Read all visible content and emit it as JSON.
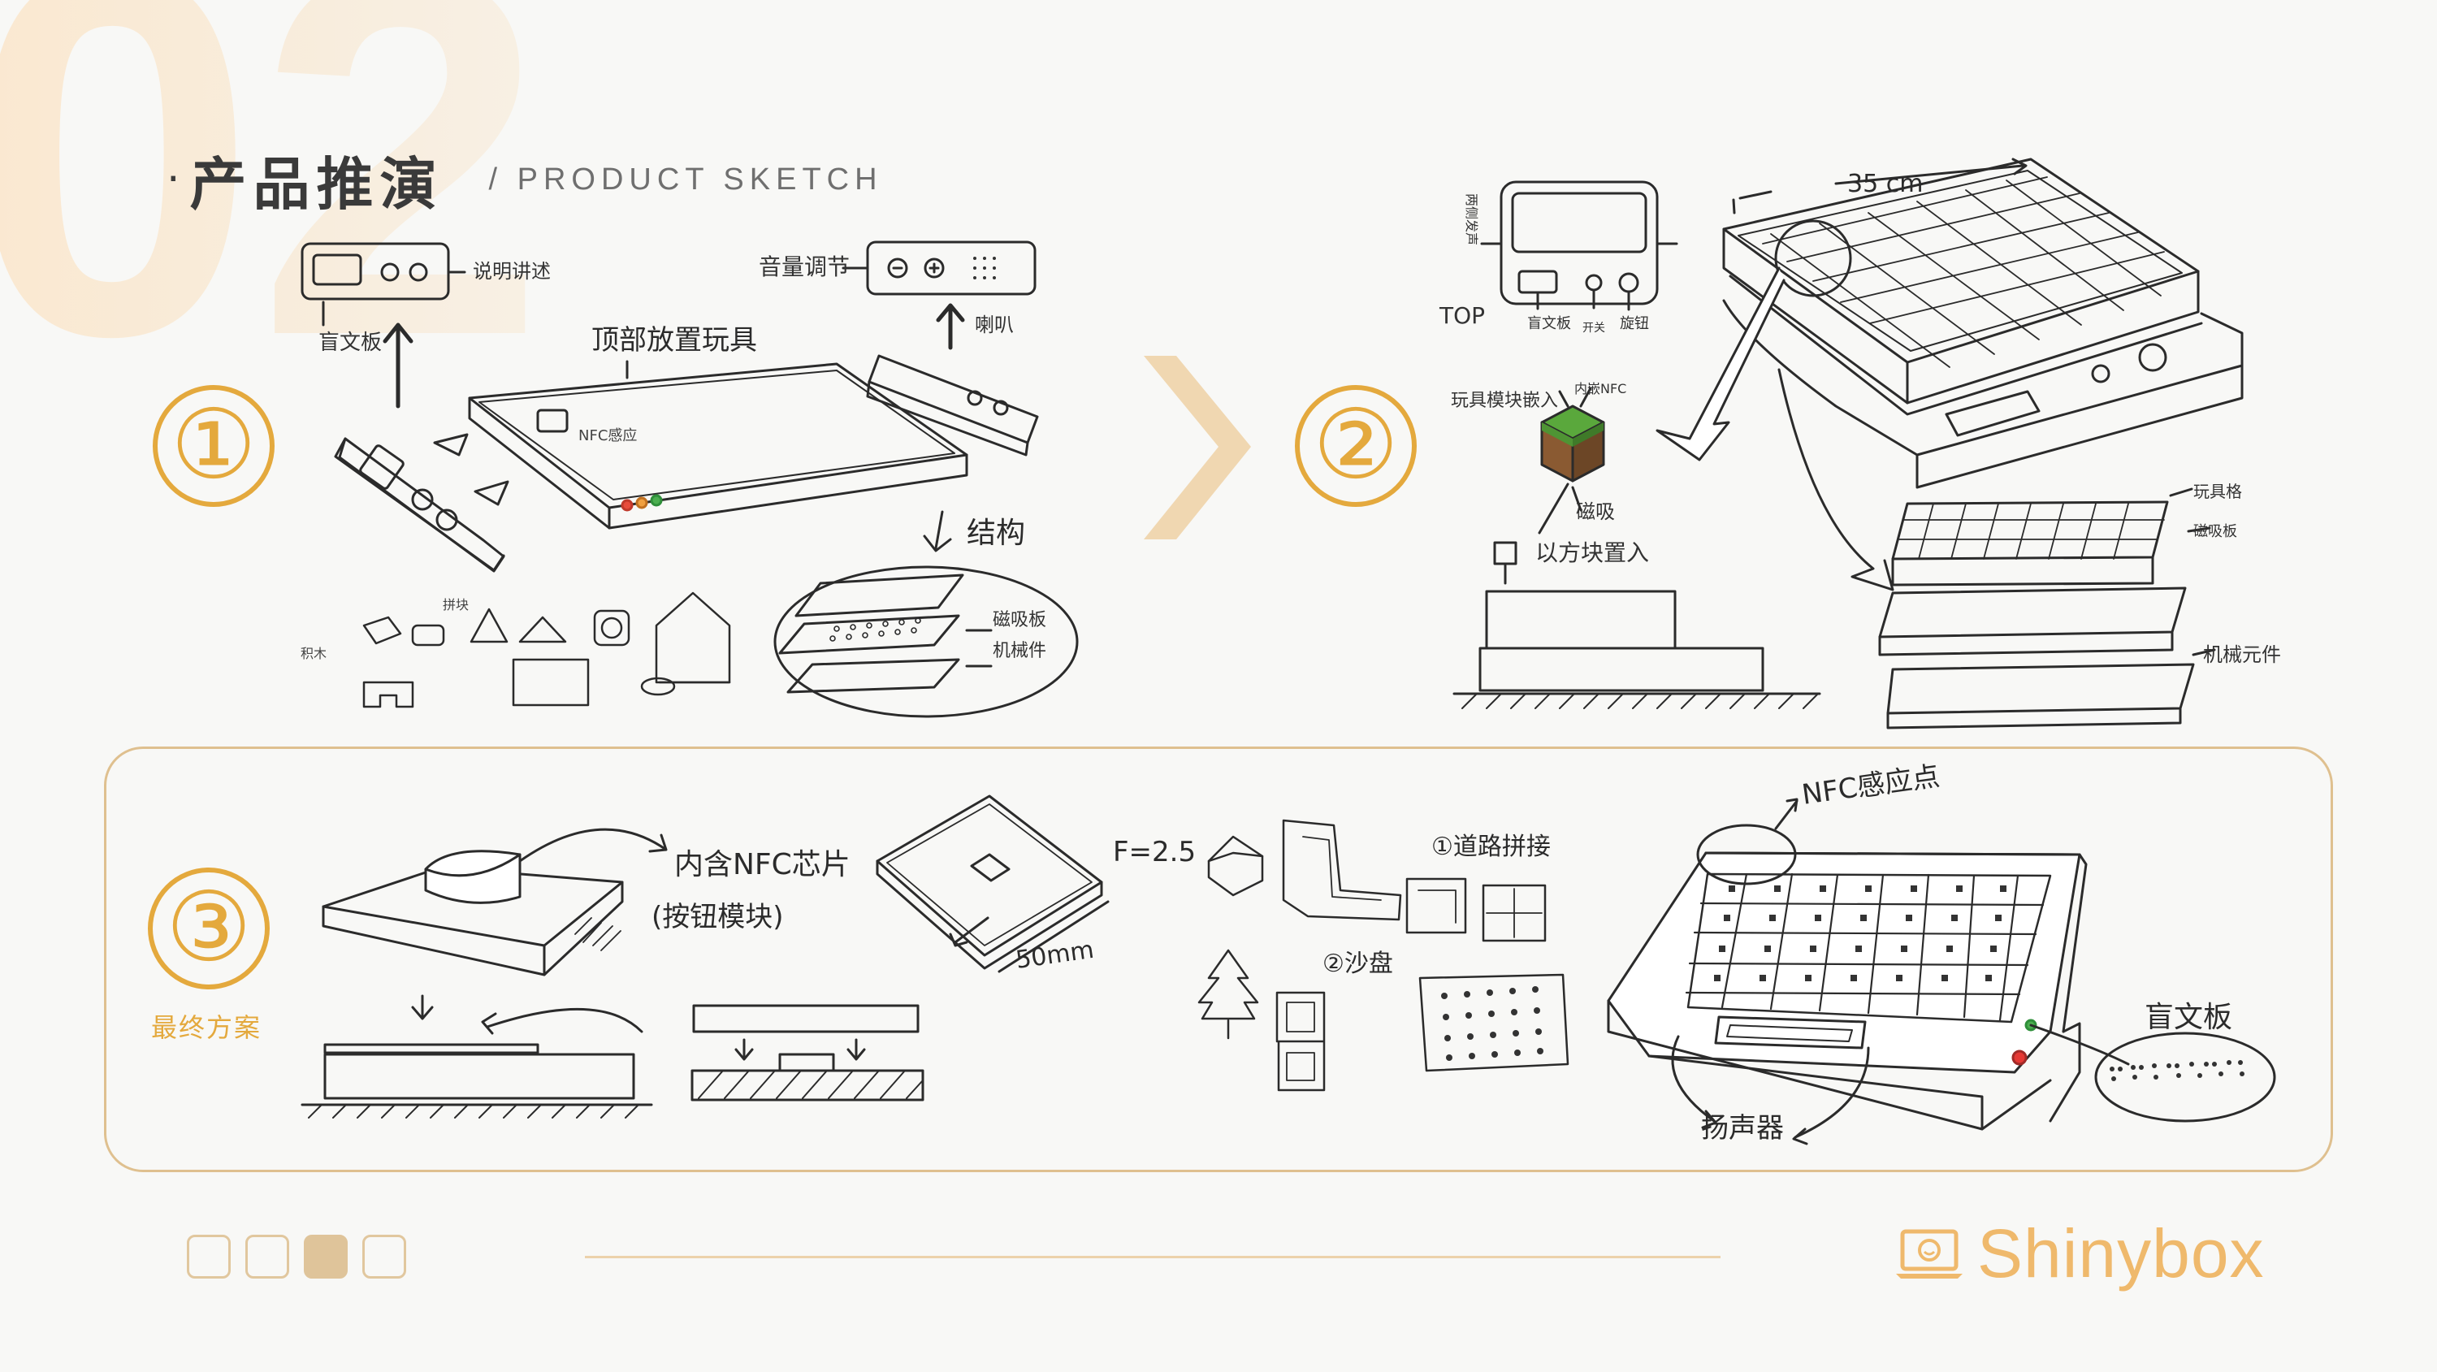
{
  "header": {
    "section_number": "02",
    "bullet": "·",
    "title_cn": "产品推演",
    "title_en": "/ PRODUCT SKETCH"
  },
  "steps": [
    {
      "number": "①"
    },
    {
      "number": "②"
    },
    {
      "number": "③",
      "label": "最终方案"
    }
  ],
  "sketch1_notes": {
    "top_left": "说明讲述",
    "left_panel": "盲文板",
    "top_mid": "顶部放置玩具",
    "nfc": "NFC感应",
    "top_right": "音量调节",
    "speaker": "喇叭",
    "structure": "结构",
    "layer1": "磁吸板",
    "layer2": "机械件"
  },
  "sketch2_notes": {
    "dimension": "35 cm",
    "top": "TOP",
    "side": "两侧发声",
    "braille": "盲文板",
    "switch": "开关",
    "volume": "旋钮",
    "toy_sensor": "玩具模块嵌入",
    "nfc_embed": "内嵌NFC",
    "magnet": "磁吸",
    "square": "以方块置入",
    "layer_top": "玩具格",
    "layer_mid": "磁吸板",
    "layer_bottom": "机械元件"
  },
  "sketch3_notes": {
    "nfc_chip": "内含NFC芯片",
    "button_module": "(按钮模块)",
    "radius": "F=2.5",
    "size": "50mm",
    "road": "①道路拼接",
    "sandbox": "②沙盘",
    "nfc_point": "NFC感应点",
    "braille": "盲文板",
    "speaker": "扬声器"
  },
  "footer": {
    "progress": {
      "total": 4,
      "active": 3
    },
    "brand": "Shinybox"
  },
  "colors": {
    "accent": "#e4a93d",
    "panel_border": "#dfc08f",
    "deco": "#f7dfbf"
  }
}
